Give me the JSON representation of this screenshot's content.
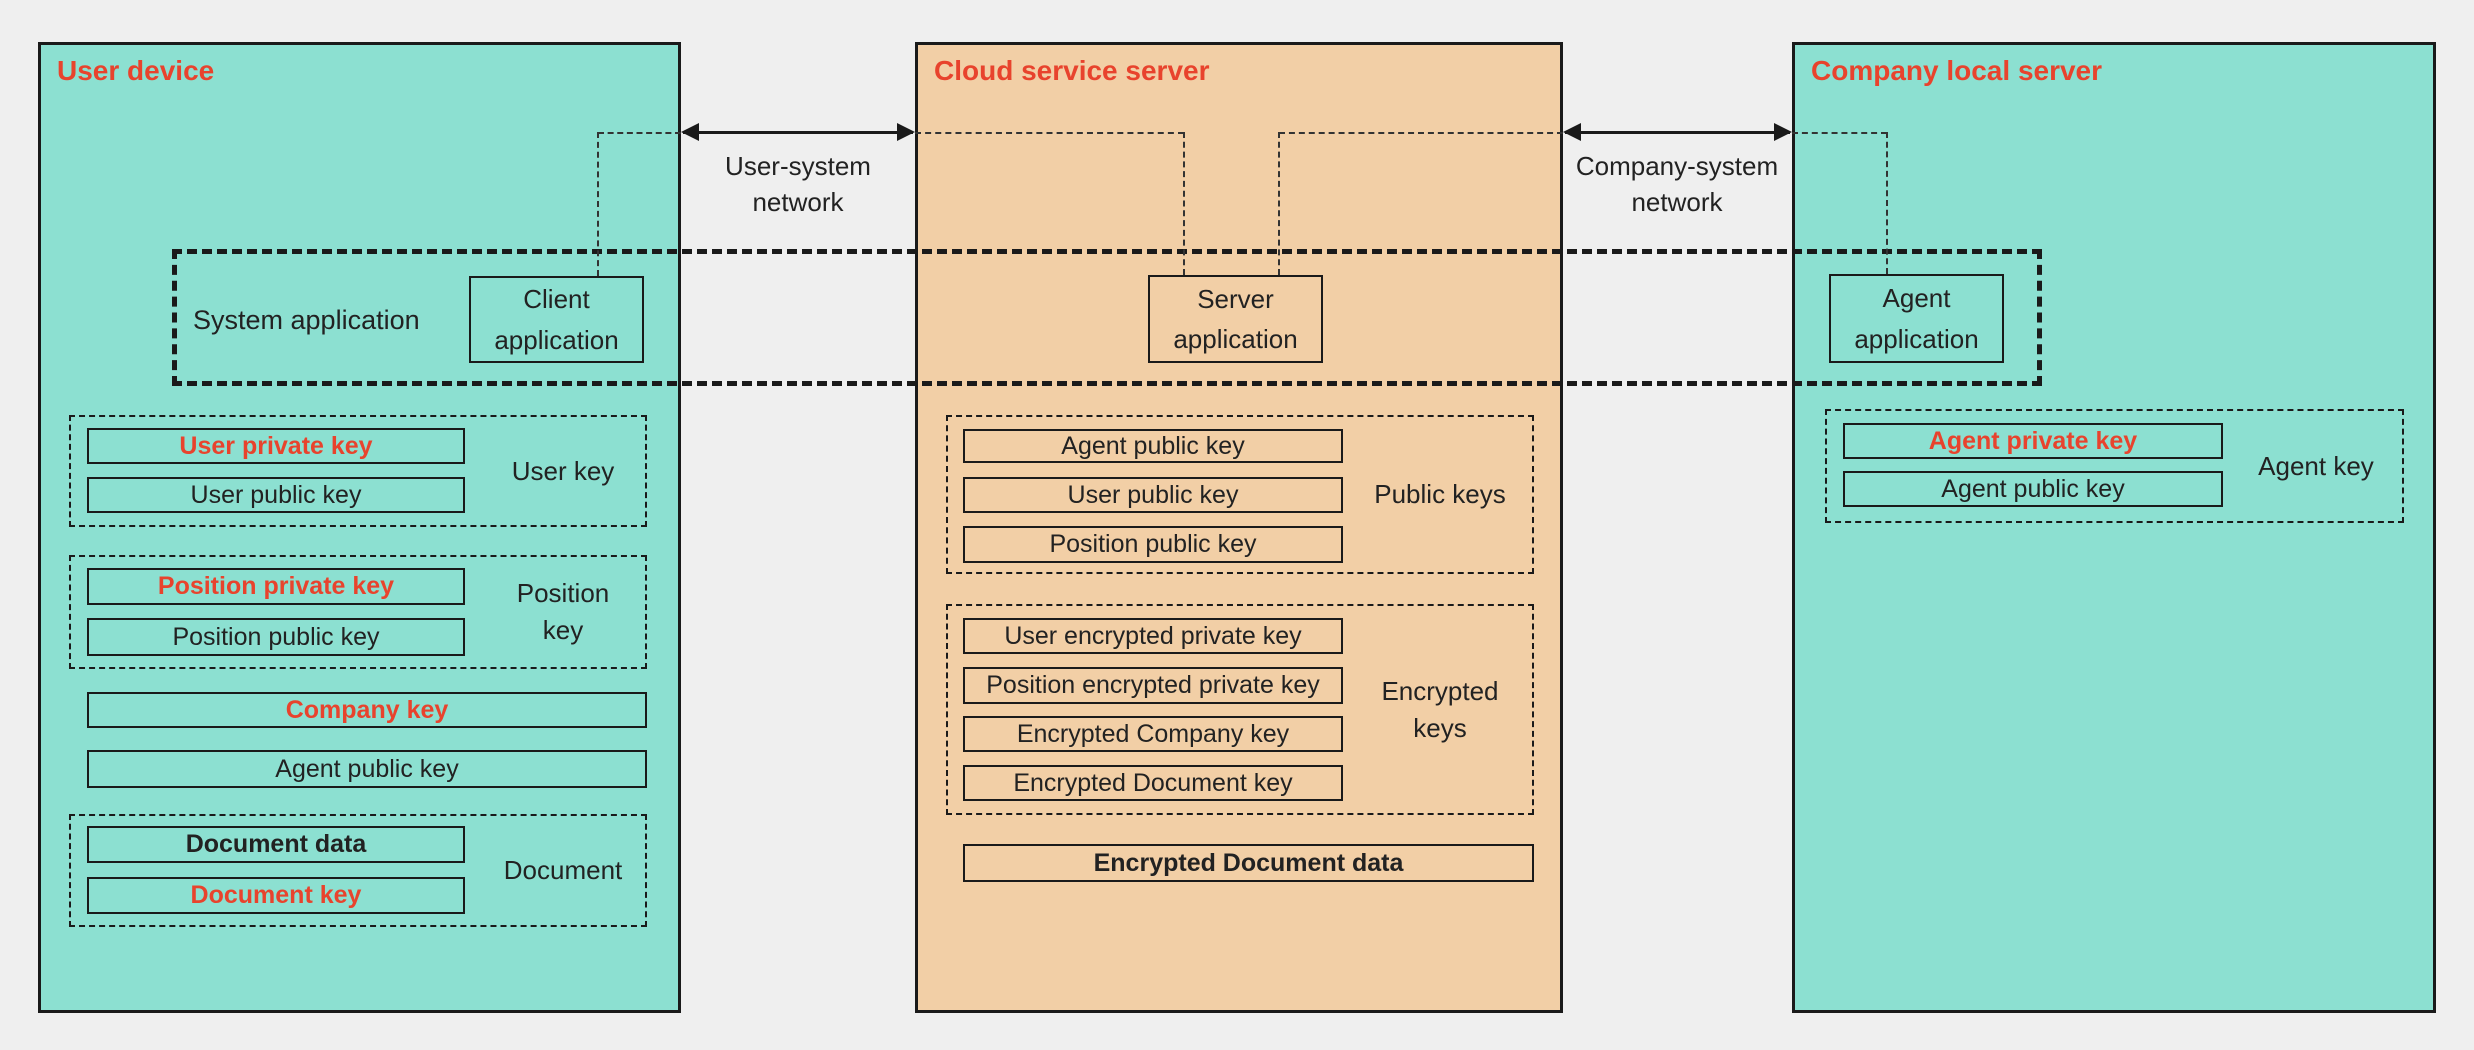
{
  "colors": {
    "teal": "#8ce0d1",
    "tan": "#f2cfa6",
    "red": "#e8432d",
    "ink": "#222222",
    "line": "#1a1a1a",
    "bg": "#efefef"
  },
  "user_device": {
    "title": "User device",
    "client_app": "Client application",
    "user_key_group": {
      "label": "User key",
      "private_key": "User private key",
      "public_key": "User public key"
    },
    "position_key_group": {
      "label": "Position\nkey",
      "private_key": "Position private key",
      "public_key": "Position public key"
    },
    "company_key": "Company key",
    "agent_public_key": "Agent public key",
    "document_group": {
      "label": "Document",
      "data": "Document data",
      "key": "Document key"
    }
  },
  "cloud_server": {
    "title": "Cloud service server",
    "server_app": "Server application",
    "public_keys_group": {
      "label": "Public keys",
      "items": [
        "Agent public key",
        "User public key",
        "Position public key"
      ]
    },
    "encrypted_keys_group": {
      "label": "Encrypted\nkeys",
      "items": [
        "User encrypted private key",
        "Position encrypted private key",
        "Encrypted Company key",
        "Encrypted Document key"
      ]
    },
    "encrypted_document_data": "Encrypted Document data"
  },
  "company_server": {
    "title": "Company local server",
    "agent_app": "Agent application",
    "agent_key_group": {
      "label": "Agent key",
      "private_key": "Agent private key",
      "public_key": "Agent public key"
    }
  },
  "system_application": {
    "label": "System application"
  },
  "networks": {
    "user_system": "User-system\nnetwork",
    "company_system": "Company-system\nnetwork"
  }
}
